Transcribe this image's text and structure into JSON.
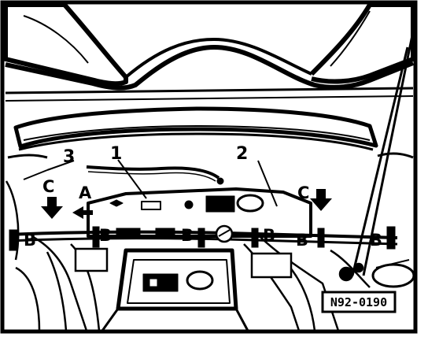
{
  "figure": {
    "callouts": [
      "1",
      "2",
      "3"
    ],
    "letters": {
      "a": "A",
      "b": "B",
      "c": "C"
    },
    "figure_id": "N92-0190"
  },
  "colors": {
    "ink": "#000000",
    "paper": "#ffffff"
  }
}
